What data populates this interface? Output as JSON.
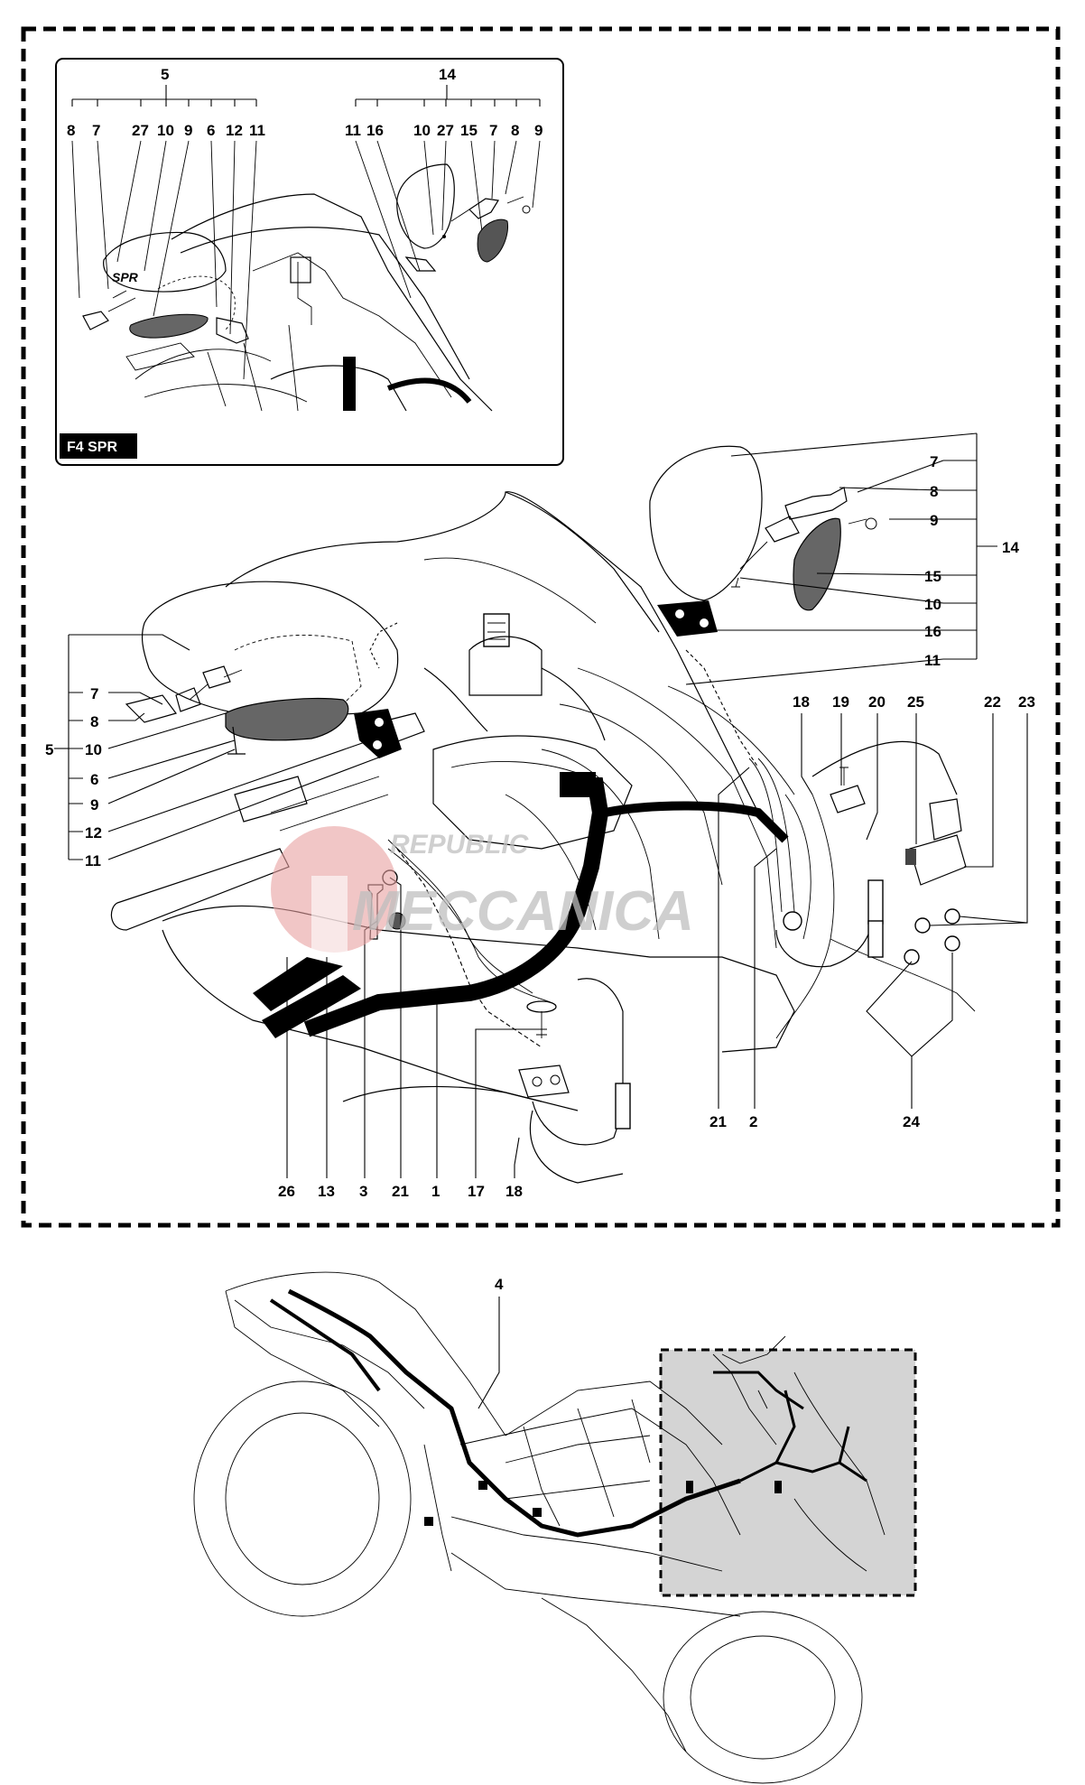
{
  "inset": {
    "tag": "F4 SPR",
    "group_left": "5",
    "group_left_items": [
      "8",
      "7",
      "27",
      "10",
      "9",
      "6",
      "12",
      "11"
    ],
    "group_right": "14",
    "group_right_items": [
      "11",
      "16",
      "10",
      "27",
      "15",
      "7",
      "8",
      "9"
    ],
    "mirror_logo": "SPR"
  },
  "main": {
    "right_items": [
      "7",
      "8",
      "9",
      "15",
      "10",
      "16",
      "11"
    ],
    "right_group": "14",
    "left_items": [
      "7",
      "8",
      "10",
      "6",
      "9",
      "12",
      "11"
    ],
    "left_group": "5",
    "top_row": [
      "18",
      "19",
      "20",
      "25",
      "22",
      "23"
    ],
    "bottom_row": [
      "26",
      "13",
      "3",
      "21",
      "1",
      "17",
      "18"
    ],
    "bottom_right": [
      "21",
      "2",
      "24"
    ],
    "watermark_top": "REPUBLIC",
    "watermark_bottom": "MECCANICA"
  },
  "overview": {
    "label": "4"
  }
}
